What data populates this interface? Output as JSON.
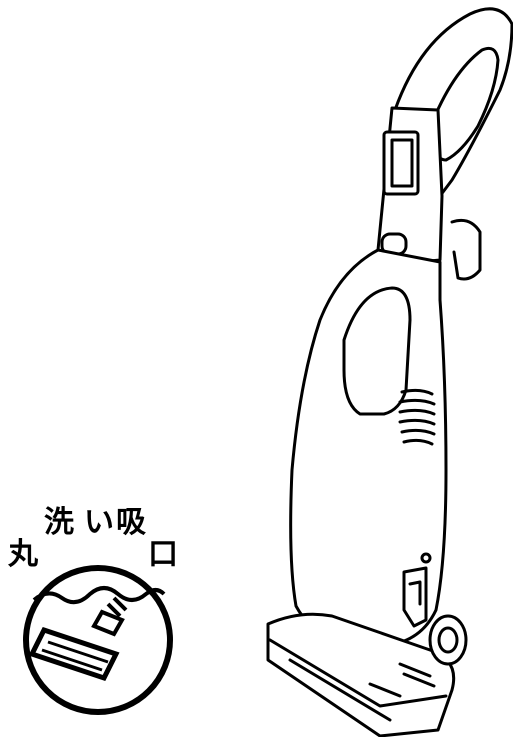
{
  "badge": {
    "chars": [
      "丸",
      "洗",
      "い",
      "吸",
      "口"
    ]
  },
  "icons": {
    "badge": "nozzle-washable-badge-icon",
    "product": "upright-vacuum-cleaner-icon"
  },
  "colors": {
    "line": "#000000",
    "background": "#ffffff"
  }
}
